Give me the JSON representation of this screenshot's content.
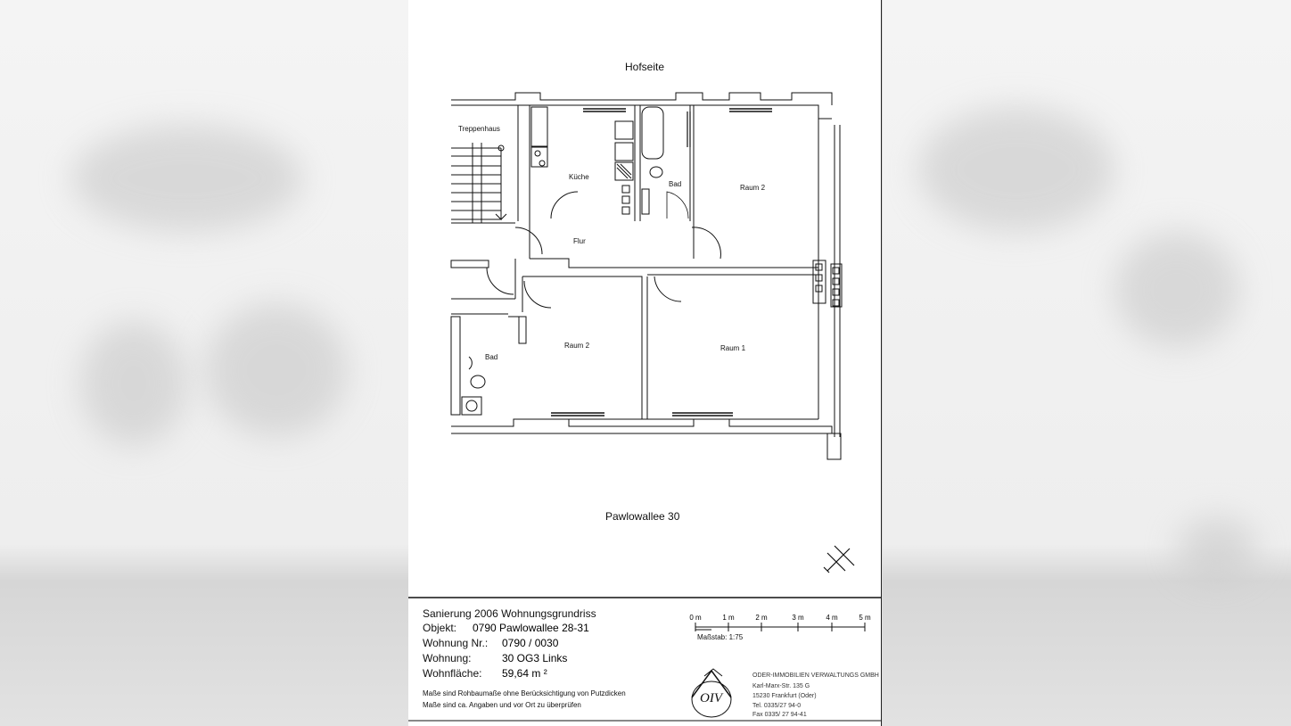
{
  "plan": {
    "top_label": "Hofseite",
    "bottom_label": "Pawlowallee 30",
    "rooms": {
      "treppenhaus": "Treppenhaus",
      "kueche": "Küche",
      "bad_top": "Bad",
      "raum2_top": "Raum 2",
      "flur": "Flur",
      "bad_bottom": "Bad",
      "raum2_bottom": "Raum 2",
      "raum1": "Raum 1"
    }
  },
  "title_block": {
    "line1": "Sanierung 2006 Wohnungsgrundriss",
    "objekt_label": "Objekt:",
    "objekt_value": "0790  Pawlowallee 28-31",
    "wohnung_nr_label": "Wohnung Nr.:",
    "wohnung_nr_value": "0790 / 0030",
    "wohnung_label": "Wohnung:",
    "wohnung_value": "30 OG3 Links",
    "flaeche_label": "Wohnfläche:",
    "flaeche_value": "59,64 m ²",
    "note1": "Maße sind Rohbaumaße ohne Berücksichtigung von Putzdicken",
    "note2": "Maße sind ca. Angaben und vor Ort zu überprüfen",
    "scale_ticks": [
      "0 m",
      "1 m",
      "2 m",
      "3 m",
      "4 m",
      "5 m"
    ],
    "scale_text": "Maßstab: 1:75",
    "logo_text": "OIV",
    "company_lines": [
      "ODER-IMMOBILIEN VERWALTUNGS GMBH",
      "Karl-Marx-Str. 135 G",
      "15230 Frankfurt (Oder)",
      "Tel. 0335/27 94-0",
      "Fax 0335/ 27 94-41"
    ]
  }
}
